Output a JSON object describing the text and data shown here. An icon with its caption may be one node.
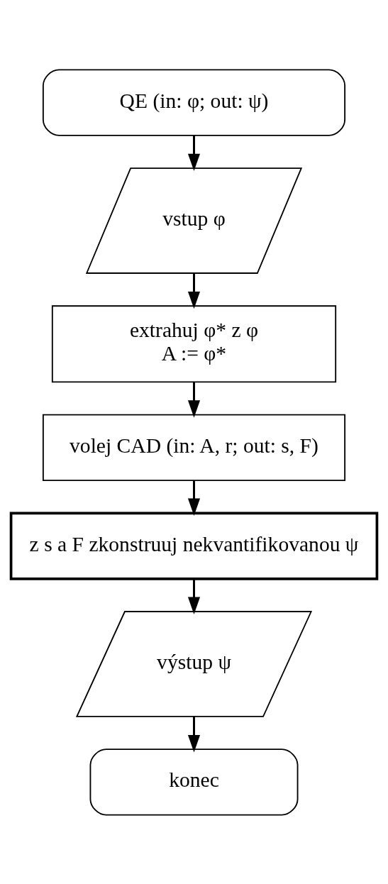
{
  "diagram": {
    "nodes": [
      {
        "text": [
          "QE (in: φ; out: ψ)"
        ]
      },
      {
        "text": [
          "vstup φ"
        ]
      },
      {
        "text": [
          "extrahuj φ* z φ",
          "A := φ*"
        ]
      },
      {
        "text": [
          "volej CAD (in: A, r; out: s, F)"
        ]
      },
      {
        "text": [
          "z s a F zkonstruuj nekvantifikovanou ψ"
        ]
      },
      {
        "text": [
          "výstup ψ"
        ]
      },
      {
        "text": [
          "konec"
        ]
      }
    ],
    "edges": [
      {
        "from": 0,
        "to": 1,
        "arrow": "to"
      },
      {
        "from": 1,
        "to": 2,
        "arrow": "to"
      },
      {
        "from": 2,
        "to": 3,
        "arrow": "to"
      },
      {
        "from": 3,
        "to": 4,
        "arrow": "to"
      },
      {
        "from": 4,
        "to": 5,
        "arrow": "to"
      },
      {
        "from": 5,
        "to": 6,
        "arrow": "to"
      }
    ]
  }
}
